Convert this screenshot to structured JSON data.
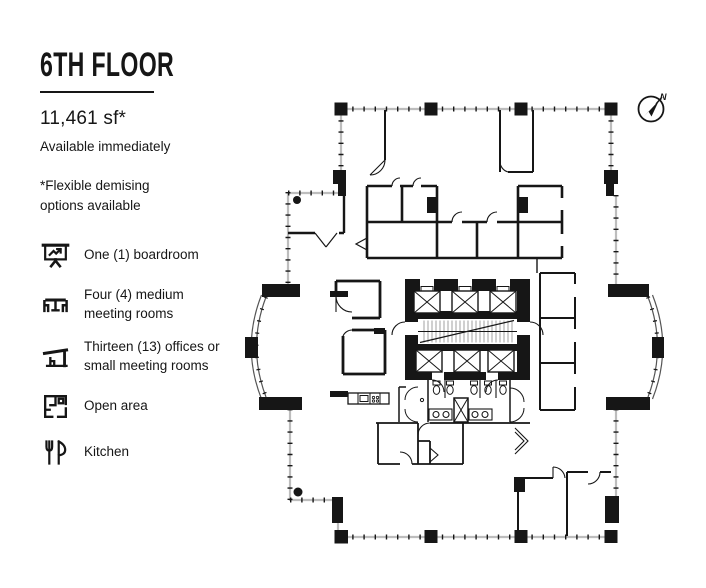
{
  "colors": {
    "ink": "#161616",
    "wall_gray": "#bdbdbd",
    "bg": "#ffffff"
  },
  "header": {
    "title": "6TH FLOOR",
    "area": "11,461 sf*",
    "availability": "Available immediately",
    "note": "*Flexible demising options available"
  },
  "legend": {
    "items": [
      {
        "id": "boardroom",
        "icon": "presentation-board-icon",
        "label": "One (1) boardroom"
      },
      {
        "id": "medium-meeting-rooms",
        "icon": "meeting-table-icon",
        "label": "Four (4) medium meeting rooms"
      },
      {
        "id": "offices-small-meeting-rooms",
        "icon": "office-desk-icon",
        "label": "Thirteen (13) offices or small meeting rooms"
      },
      {
        "id": "open-area",
        "icon": "open-area-icon",
        "label": "Open area"
      },
      {
        "id": "kitchen",
        "icon": "kitchen-utensils-icon",
        "label": "Kitchen"
      }
    ]
  },
  "floor_plan": {
    "compass_label": "N"
  }
}
